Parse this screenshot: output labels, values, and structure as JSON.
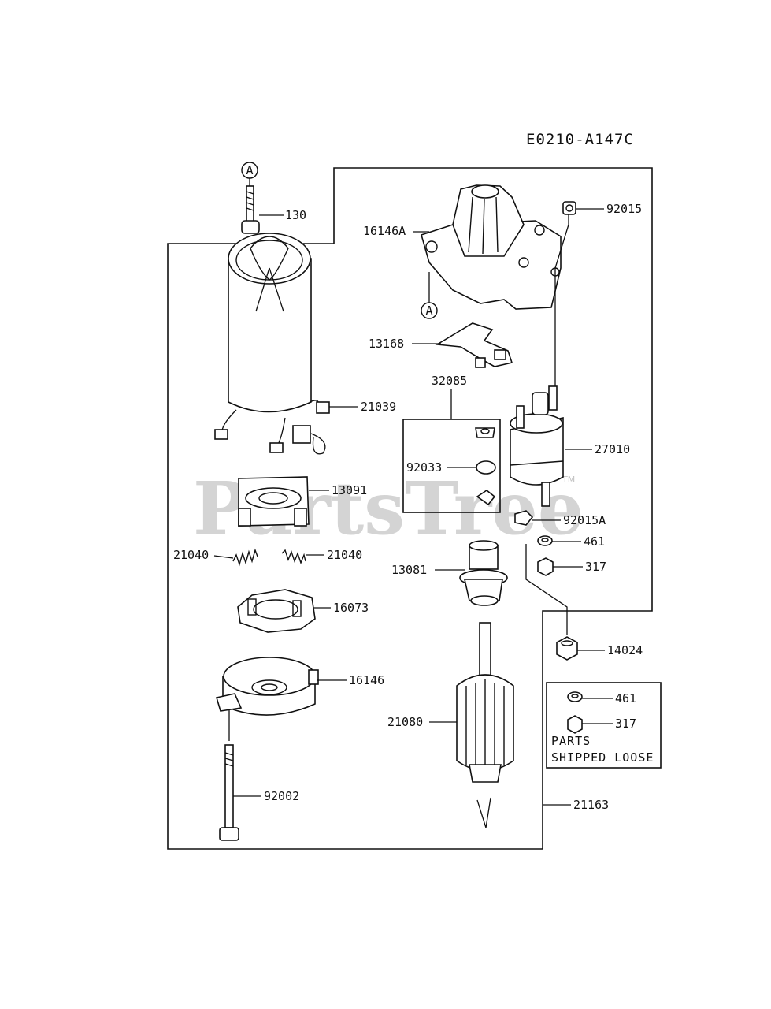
{
  "diagram": {
    "reference_code": "E0210-A147C",
    "watermark": "PartsTree",
    "watermark_tm": "TM",
    "callout_marker": "A",
    "loose_parts_note": [
      "PARTS",
      "SHIPPED LOOSE"
    ],
    "part_labels": {
      "p130": "130",
      "p16146A": "16146A",
      "p92015": "92015",
      "p13168": "13168",
      "p32085": "32085",
      "p21039": "21039",
      "p92033": "92033",
      "p27010": "27010",
      "p13091": "13091",
      "p92015A": "92015A",
      "p461a": "461",
      "p21040a": "21040",
      "p21040b": "21040",
      "p13081": "13081",
      "p317a": "317",
      "p16073": "16073",
      "p14024": "14024",
      "p16146": "16146",
      "p461b": "461",
      "p21080": "21080",
      "p317b": "317",
      "p92002": "92002",
      "p21163": "21163"
    }
  }
}
